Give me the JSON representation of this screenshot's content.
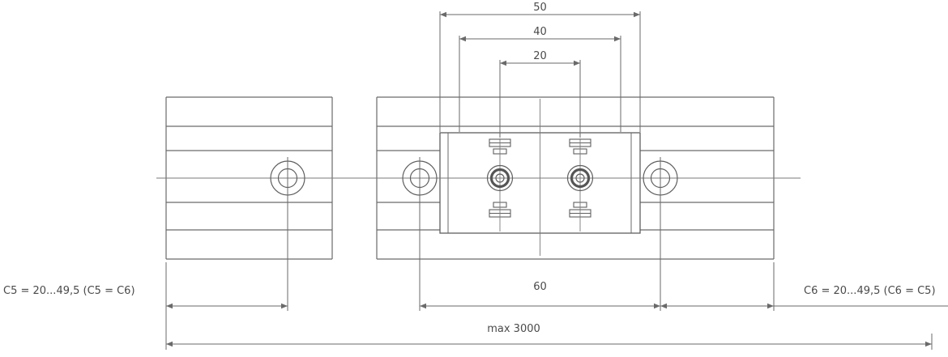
{
  "drawing": {
    "dim_top_width": "50",
    "dim_mid_width": "40",
    "dim_inner_width": "20",
    "dim_hole_pitch": "60",
    "dim_max_length": "max 3000",
    "dim_c5": "C5 = 20...49,5 (C5 = C6)",
    "dim_c6": "C6 = 20...49,5 (C6 = C5)",
    "colors": {
      "line": "#6a6a6a",
      "text": "#4a4a4a",
      "background": "#ffffff"
    }
  }
}
